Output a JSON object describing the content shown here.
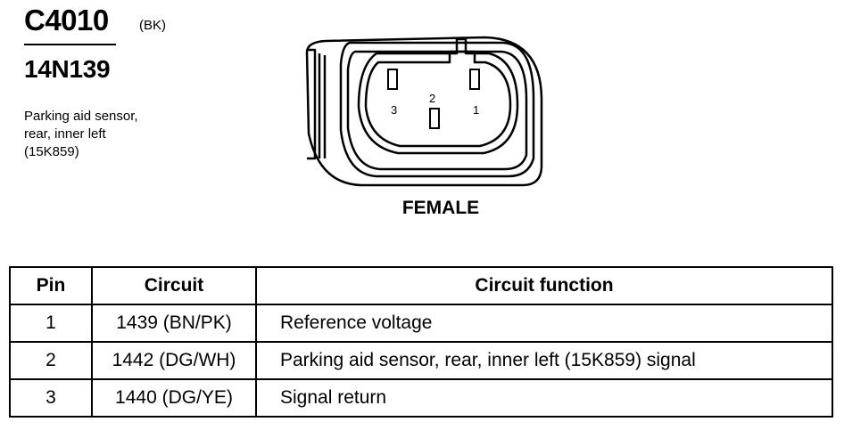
{
  "header": {
    "connector_id": "C4010",
    "color_code": "(BK)",
    "part_number": "14N139",
    "description_lines": [
      "Parking aid sensor,",
      "rear, inner left",
      "(15K859)"
    ]
  },
  "diagram": {
    "pin_labels": [
      "1",
      "2",
      "3"
    ],
    "gender_label": "FEMALE"
  },
  "table": {
    "headers": [
      "Pin",
      "Circuit",
      "Circuit function"
    ],
    "rows": [
      {
        "pin": "1",
        "circuit": "1439 (BN/PK)",
        "function": "Reference voltage"
      },
      {
        "pin": "2",
        "circuit": "1442 (DG/WH)",
        "function": "Parking aid sensor, rear, inner left (15K859) signal"
      },
      {
        "pin": "3",
        "circuit": "1440 (DG/YE)",
        "function": "Signal return"
      }
    ]
  }
}
